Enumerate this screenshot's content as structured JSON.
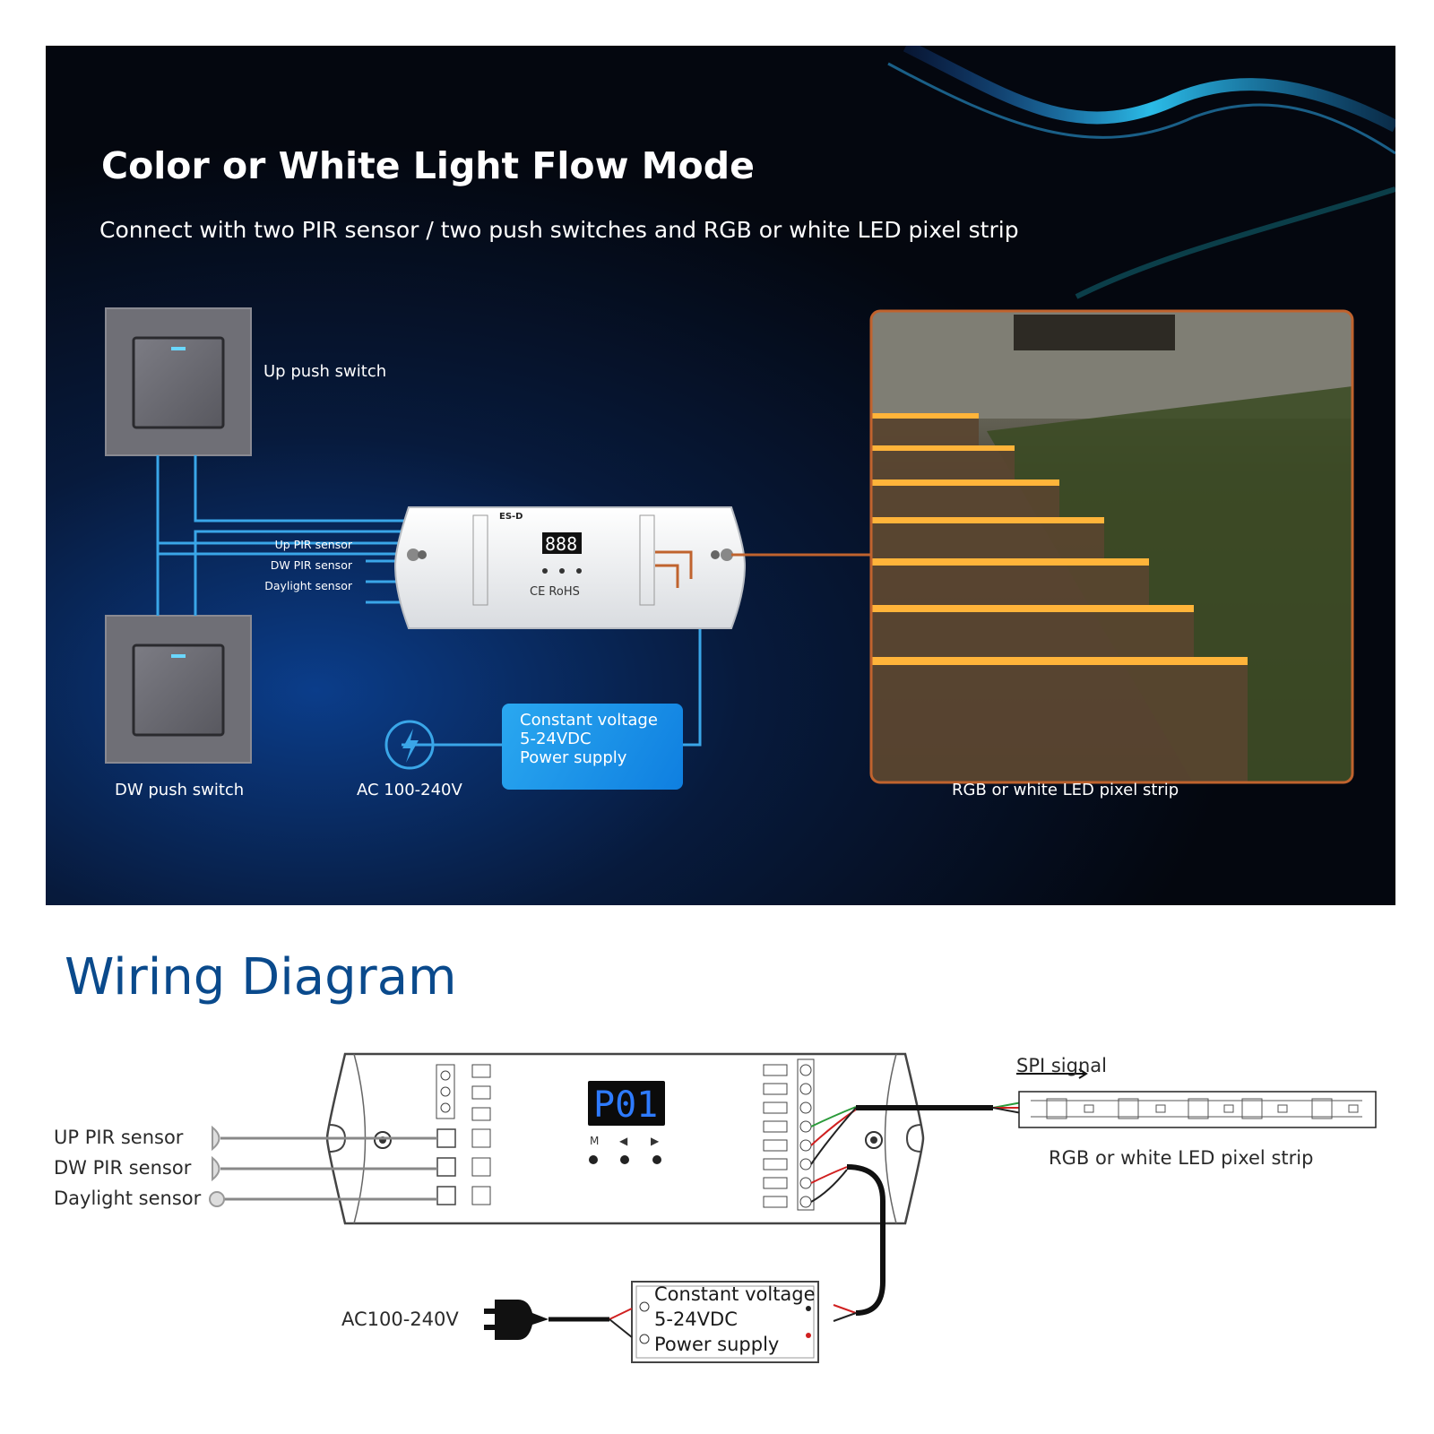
{
  "hero": {
    "title": "Color or White Light Flow Mode",
    "subtitle": "Connect with two PIR sensor / two push switches and RGB or white LED pixel strip",
    "up_switch_label": "Up push switch",
    "dw_switch_label": "DW push switch",
    "ac_label": "AC 100-240V",
    "psu_lines": [
      "Constant voltage",
      "5-24VDC",
      "Power supply"
    ],
    "sensor_labels": [
      "Up PIR sensor",
      "DW PIR sensor",
      "Daylight sensor"
    ],
    "strip_label": "RGB or white LED pixel strip",
    "controller": {
      "model": "ES-D",
      "display": "888",
      "marks": "CE RoHS"
    },
    "colors": {
      "wire": "#3aa6e8",
      "accent": "#1e8fe6",
      "strip_wire": "#c0632e"
    }
  },
  "wiring": {
    "heading": "Wiring Diagram",
    "sensor_labels": [
      "UP PIR sensor",
      "DW PIR sensor",
      "Daylight sensor"
    ],
    "display": "P01",
    "buttons": [
      "M",
      "◀",
      "▶"
    ],
    "spi_label": "SPI signal",
    "strip_label": "RGB or white LED pixel strip",
    "ac_label": "AC100-240V",
    "psu_lines": [
      "Constant voltage",
      "5-24VDC",
      "Power supply"
    ],
    "colors": {
      "heading": "#0a4a8c",
      "display_bg": "#0b0b0b",
      "display_fg": "#2e7bff"
    }
  }
}
